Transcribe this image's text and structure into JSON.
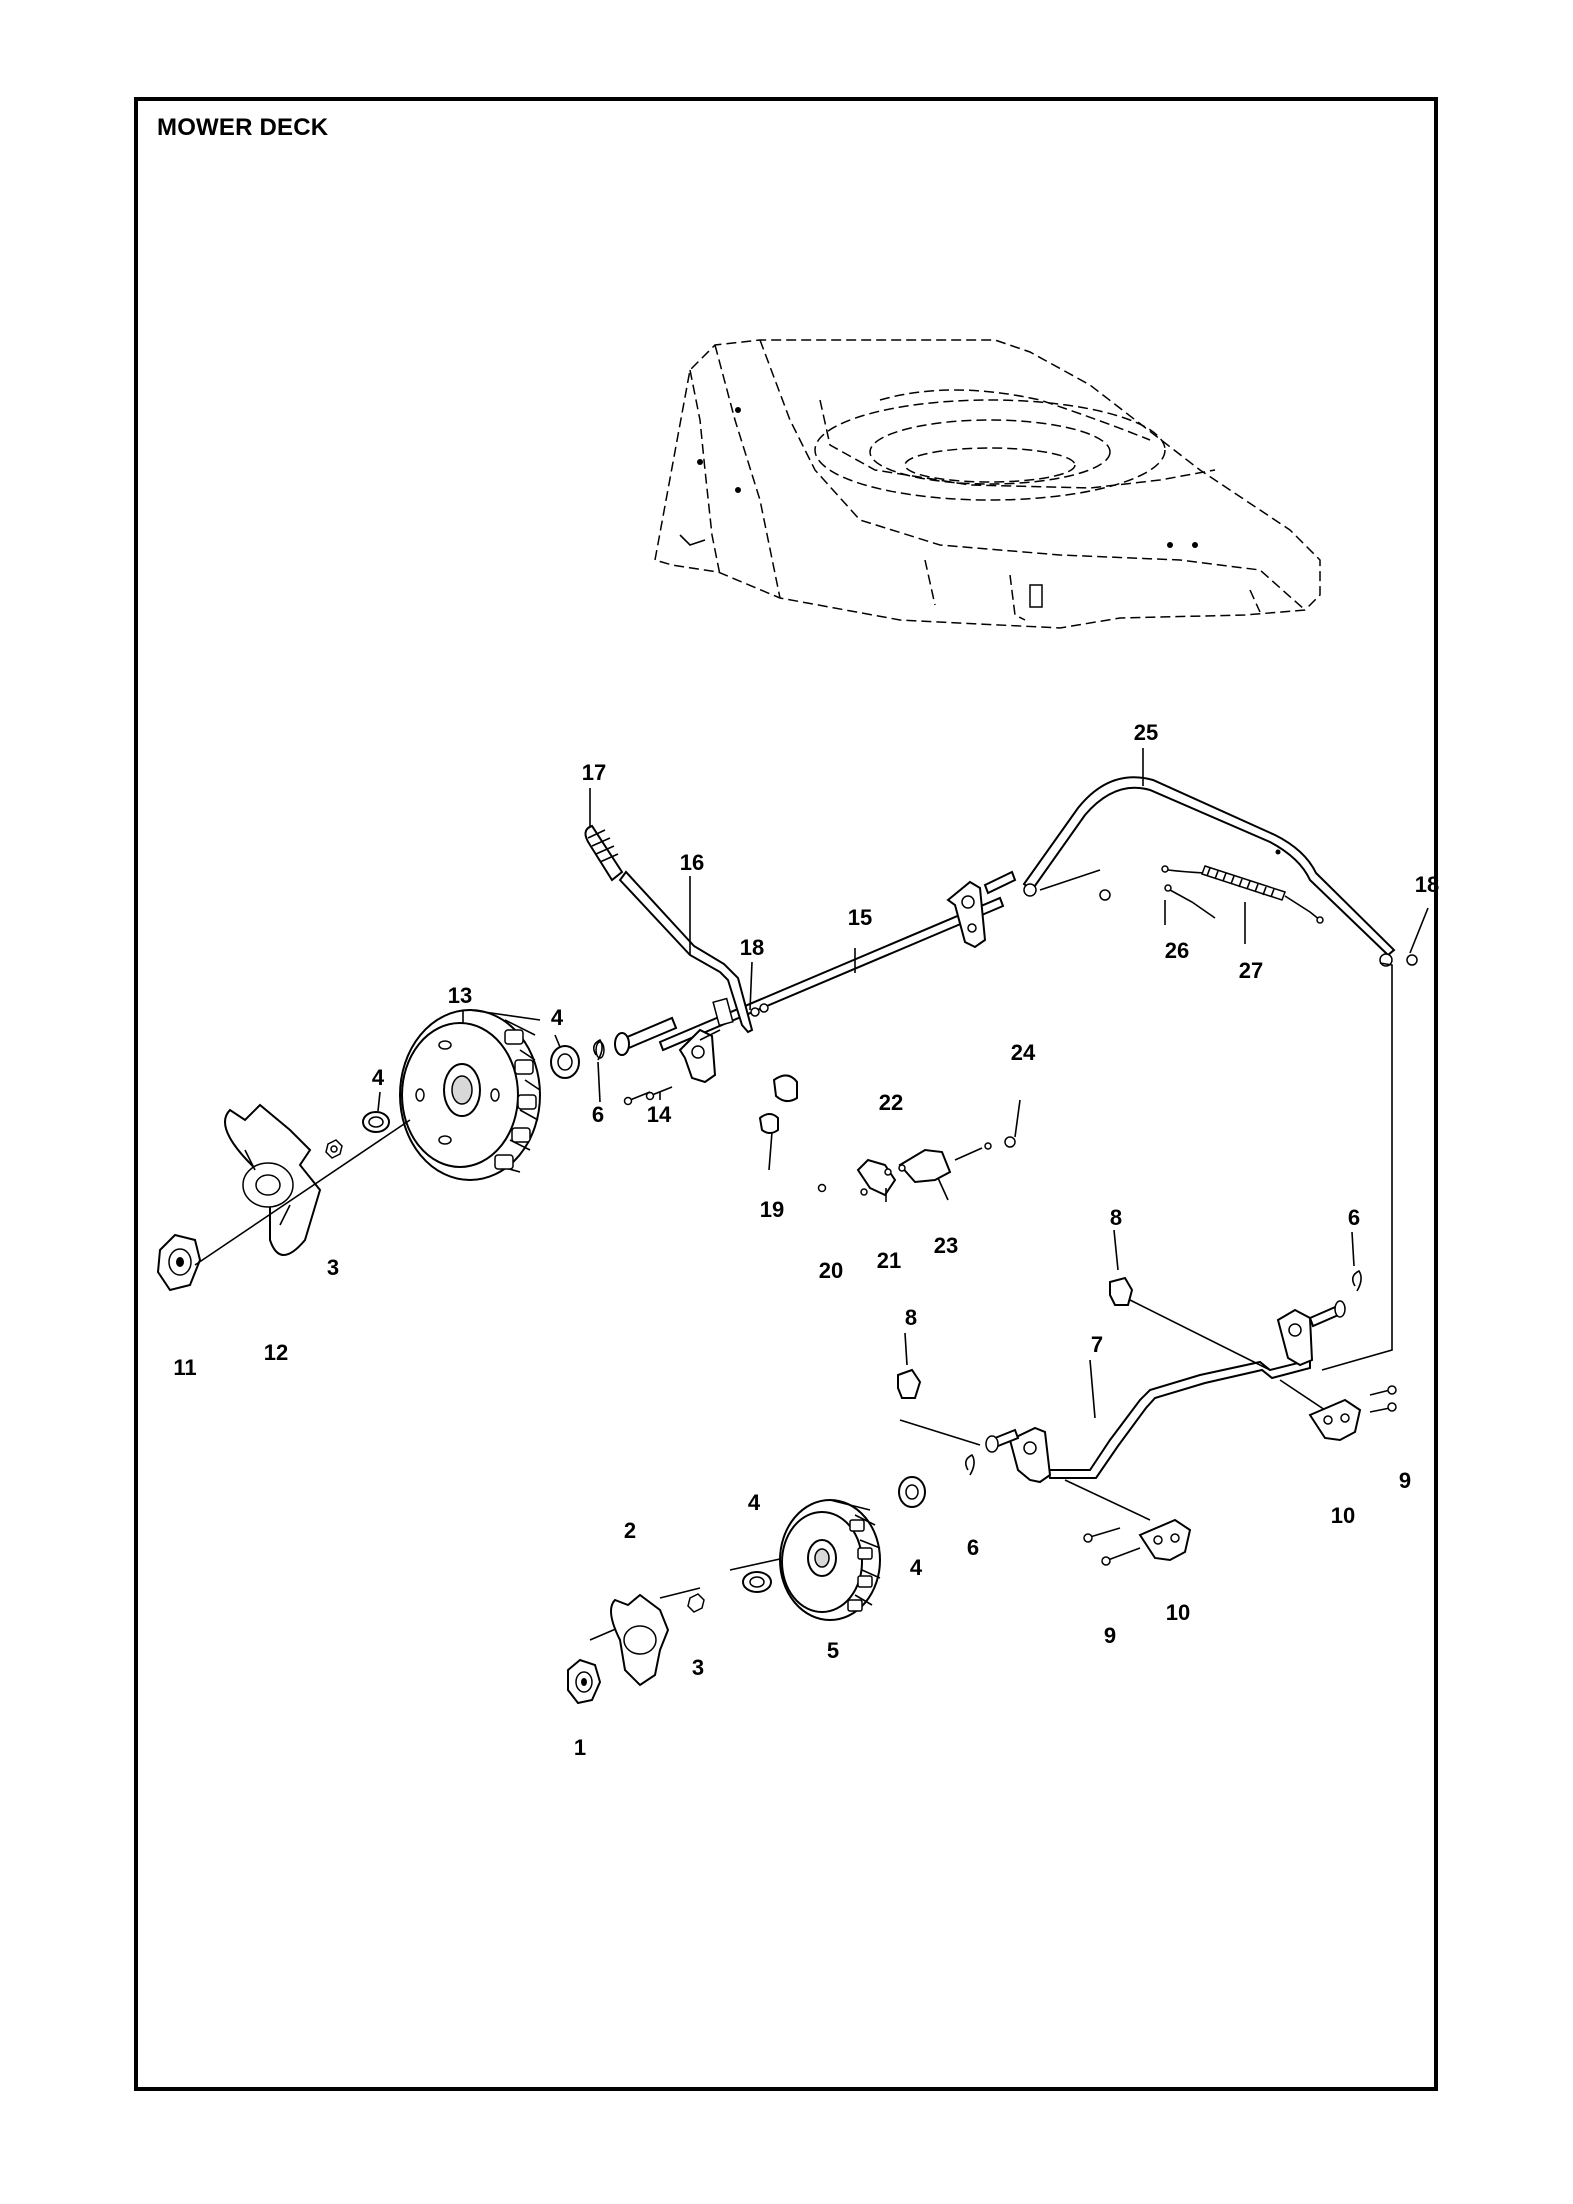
{
  "title": "MOWER DECK",
  "parts": [
    {
      "n": "1"
    },
    {
      "n": "2"
    },
    {
      "n": "3"
    },
    {
      "n": "3"
    },
    {
      "n": "4"
    },
    {
      "n": "4"
    },
    {
      "n": "4"
    },
    {
      "n": "4"
    },
    {
      "n": "5"
    },
    {
      "n": "6"
    },
    {
      "n": "6"
    },
    {
      "n": "6"
    },
    {
      "n": "7"
    },
    {
      "n": "8"
    },
    {
      "n": "8"
    },
    {
      "n": "9"
    },
    {
      "n": "9"
    },
    {
      "n": "10"
    },
    {
      "n": "10"
    },
    {
      "n": "11"
    },
    {
      "n": "12"
    },
    {
      "n": "13"
    },
    {
      "n": "14"
    },
    {
      "n": "15"
    },
    {
      "n": "16"
    },
    {
      "n": "17"
    },
    {
      "n": "18"
    },
    {
      "n": "18"
    },
    {
      "n": "19"
    },
    {
      "n": "20"
    },
    {
      "n": "21"
    },
    {
      "n": "22"
    },
    {
      "n": "23"
    },
    {
      "n": "24"
    },
    {
      "n": "25"
    },
    {
      "n": "26"
    },
    {
      "n": "27"
    }
  ]
}
